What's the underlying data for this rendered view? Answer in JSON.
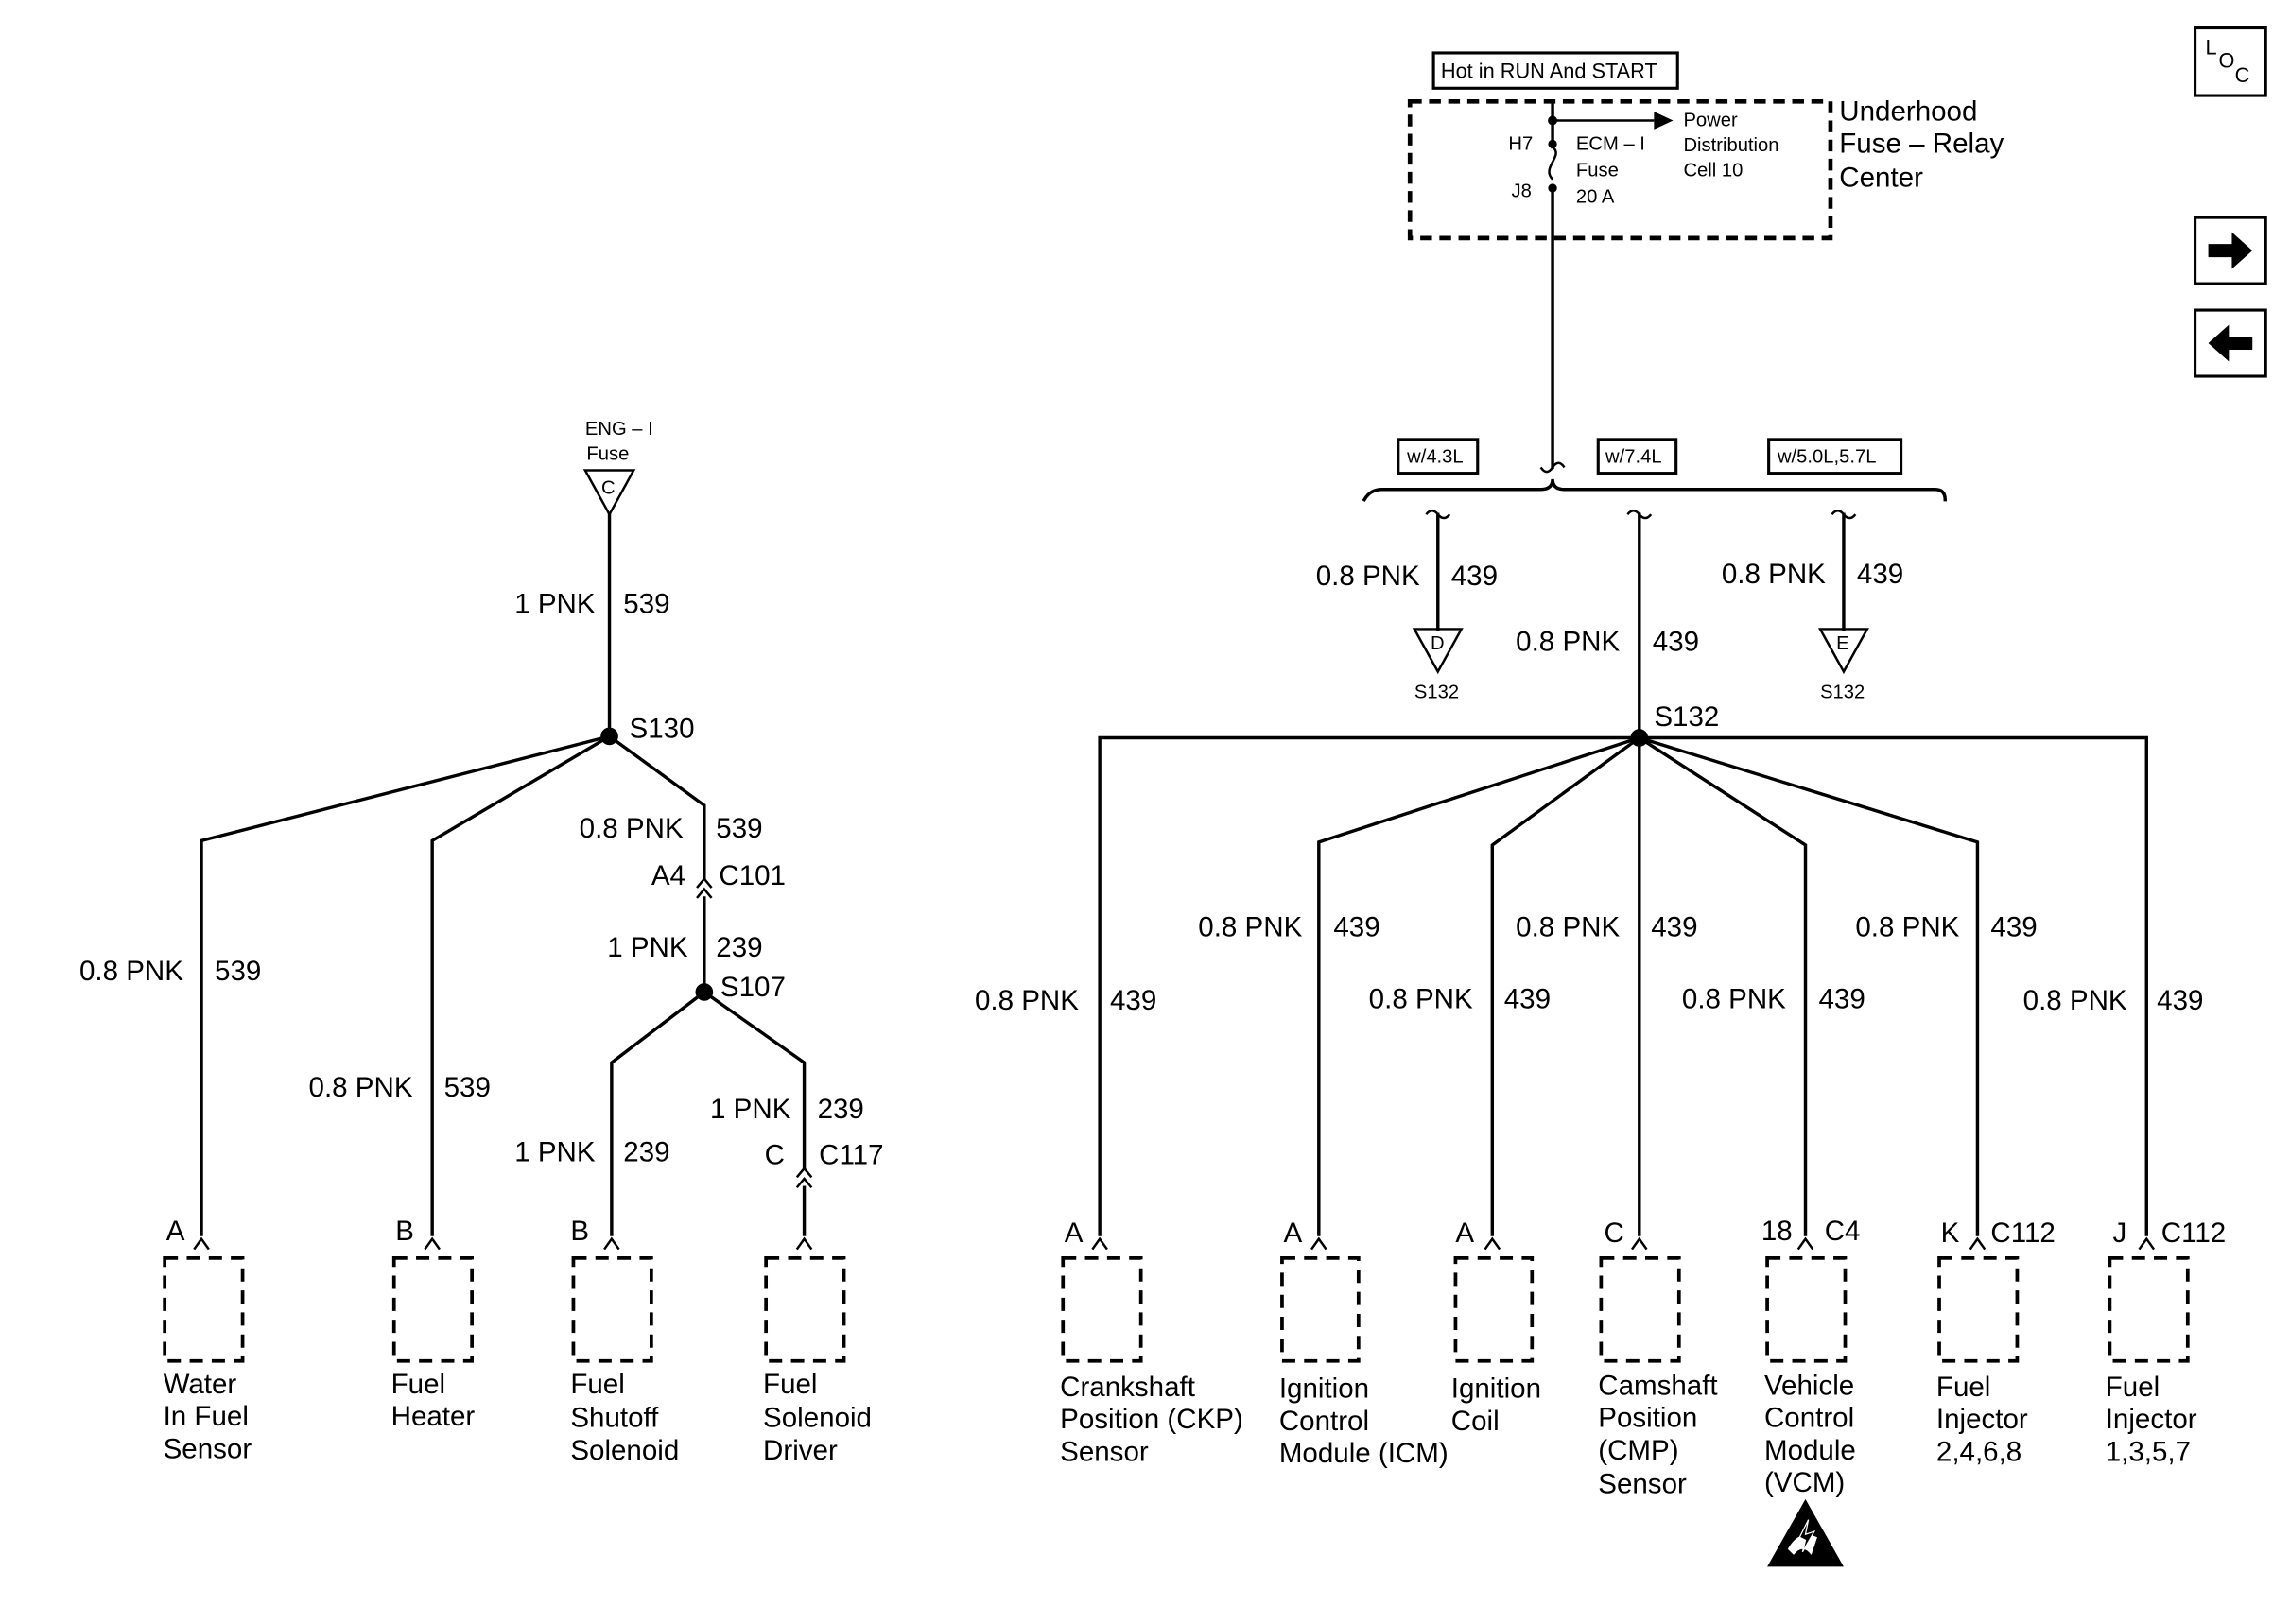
{
  "nav": {
    "loc_l": "L",
    "loc_o": "O",
    "loc_c": "C"
  },
  "power": {
    "hot_label": "Hot in RUN And START",
    "center_name": [
      "Underhood",
      "Fuse – Relay",
      "Center"
    ],
    "fuse_name": [
      "ECM – I",
      "Fuse",
      "20 A"
    ],
    "pin_in": "H7",
    "pin_out": "J8",
    "feed_label": [
      "Power",
      "Distribution",
      "Cell 10"
    ]
  },
  "options": {
    "opt_43": "w/4.3L",
    "opt_74": "w/7.4L",
    "opt_5057": "w/5.0L,5.7L"
  },
  "eng_fuse": {
    "name": [
      "ENG – I",
      "Fuse"
    ],
    "letter": "C"
  },
  "left_tree": {
    "feed_wire": {
      "size": "1 PNK",
      "circuit": "539"
    },
    "splice_main": "S130",
    "branch_c101_wire": {
      "size": "0.8 PNK",
      "circuit": "539"
    },
    "c101_pin": "A4",
    "c101_name": "C101",
    "s107_feed_wire": {
      "size": "1 PNK",
      "circuit": "239"
    },
    "splice_sub": "S107",
    "c117_wire": {
      "size": "1 PNK",
      "circuit": "239"
    },
    "c117_pin": "C",
    "c117_name": "C117",
    "components": [
      {
        "pin": "A",
        "wire_size": "0.8 PNK",
        "circuit": "539",
        "name": [
          "Water",
          "In Fuel",
          "Sensor"
        ]
      },
      {
        "pin": "B",
        "wire_size": "0.8 PNK",
        "circuit": "539",
        "name": [
          "Fuel",
          "Heater"
        ]
      },
      {
        "pin": "B",
        "wire_size": "1 PNK",
        "circuit": "239",
        "name": [
          "Fuel",
          "Shutoff",
          "Solenoid"
        ]
      },
      {
        "pin": "",
        "wire_size": "",
        "circuit": "",
        "name": [
          "Fuel",
          "Solenoid",
          "Driver"
        ]
      }
    ]
  },
  "right_tree": {
    "drop_d": {
      "size": "0.8 PNK",
      "circuit": "439",
      "letter": "D",
      "splice": "S132"
    },
    "drop_e": {
      "size": "0.8 PNK",
      "circuit": "439",
      "letter": "E",
      "splice": "S132"
    },
    "center_wire": {
      "size": "0.8 PNK",
      "circuit": "439"
    },
    "splice": "S132",
    "components": [
      {
        "pin": "A",
        "conn": "",
        "wire_size": "0.8 PNK",
        "circuit": "439",
        "name": [
          "Crankshaft",
          "Position (CKP)",
          "Sensor"
        ]
      },
      {
        "pin": "A",
        "conn": "",
        "wire_size": "0.8 PNK",
        "circuit": "439",
        "name": [
          "Ignition",
          "Control",
          "Module (ICM)"
        ]
      },
      {
        "pin": "A",
        "conn": "",
        "wire_size": "0.8 PNK",
        "circuit": "439",
        "name": [
          "Ignition",
          "Coil"
        ]
      },
      {
        "pin": "C",
        "conn": "",
        "wire_size": "0.8 PNK",
        "circuit": "439",
        "name": [
          "Camshaft",
          "Position",
          "(CMP)",
          "Sensor"
        ]
      },
      {
        "pin": "18",
        "conn": "C4",
        "wire_size": "0.8 PNK",
        "circuit": "439",
        "name": [
          "Vehicle",
          "Control",
          "Module",
          "(VCM)"
        ]
      },
      {
        "pin": "K",
        "conn": "C112",
        "wire_size": "0.8 PNK",
        "circuit": "439",
        "name": [
          "Fuel",
          "Injector",
          "2,4,6,8"
        ]
      },
      {
        "pin": "J",
        "conn": "C112",
        "wire_size": "0.8 PNK",
        "circuit": "439",
        "name": [
          "Fuel",
          "Injector",
          "1,3,5,7"
        ]
      }
    ]
  }
}
